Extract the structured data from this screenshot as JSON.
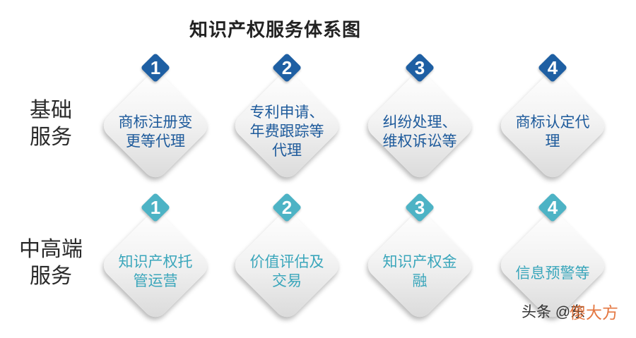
{
  "title": "知识产权服务体系图",
  "rows": [
    {
      "label": "基础\n服务",
      "badge_color": "#1e5fa3",
      "text_color": "#1d5a9b",
      "items": [
        {
          "num": "1",
          "text": "商标注册变\n更等代理"
        },
        {
          "num": "2",
          "text": "专利申请、\n年费跟踪等\n代理"
        },
        {
          "num": "3",
          "text": "纠纷处理、\n维权诉讼等"
        },
        {
          "num": "4",
          "text": "商标认定代\n理"
        }
      ]
    },
    {
      "label": "中高端\n服务",
      "badge_color": "#4db3c5",
      "text_color": "#3aa6bb",
      "items": [
        {
          "num": "1",
          "text": "知识产权托\n管运营"
        },
        {
          "num": "2",
          "text": "价值评估及\n交易"
        },
        {
          "num": "3",
          "text": "知识产权金\n融"
        },
        {
          "num": "4",
          "text": "信息预警等"
        }
      ]
    }
  ],
  "watermark": {
    "text": "头条 @东",
    "text2": "傻大方"
  }
}
